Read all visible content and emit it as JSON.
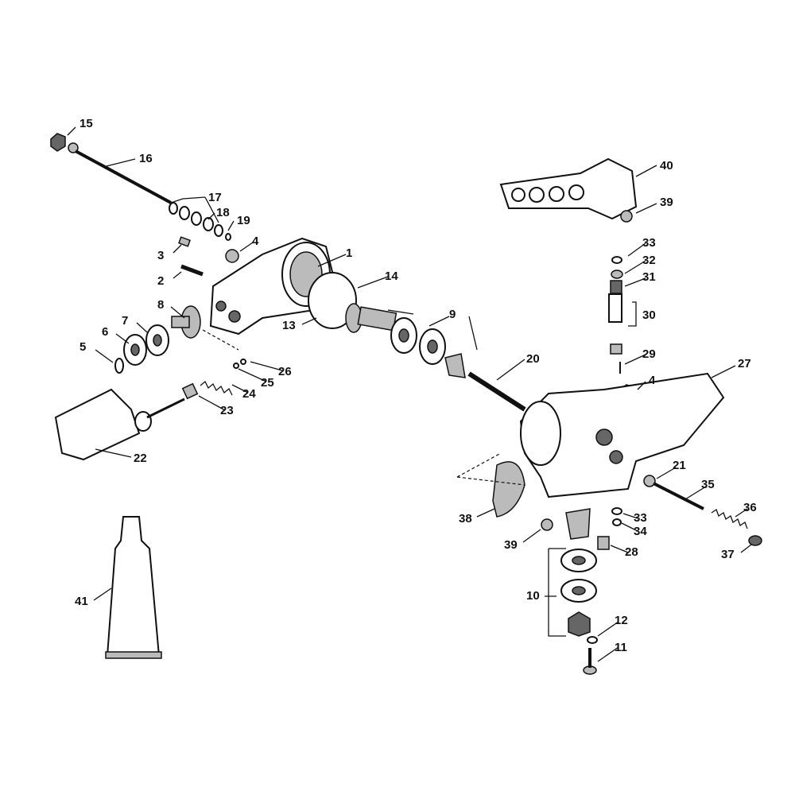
{
  "title": "Gear head exploded parts diagram",
  "labels": {
    "p1": "1",
    "p2": "2",
    "p3": "3",
    "p4a": "4",
    "p4b": "4",
    "p5": "5",
    "p6": "6",
    "p7": "7",
    "p8": "8",
    "p9": "9",
    "p10": "10",
    "p11": "11",
    "p12": "12",
    "p13": "13",
    "p14": "14",
    "p15": "15",
    "p16": "16",
    "p17": "17",
    "p18": "18",
    "p19": "19",
    "p20": "20",
    "p21": "21",
    "p22": "22",
    "p23": "23",
    "p24": "24",
    "p25": "25",
    "p26": "26",
    "p27": "27",
    "p28": "28",
    "p29": "29",
    "p30": "30",
    "p31": "31",
    "p32": "32",
    "p33a": "33",
    "p33b": "33",
    "p34": "34",
    "p35": "35",
    "p36": "36",
    "p37": "37",
    "p38": "38",
    "p39a": "39",
    "p39b": "39",
    "p40": "40",
    "p41": "41"
  }
}
